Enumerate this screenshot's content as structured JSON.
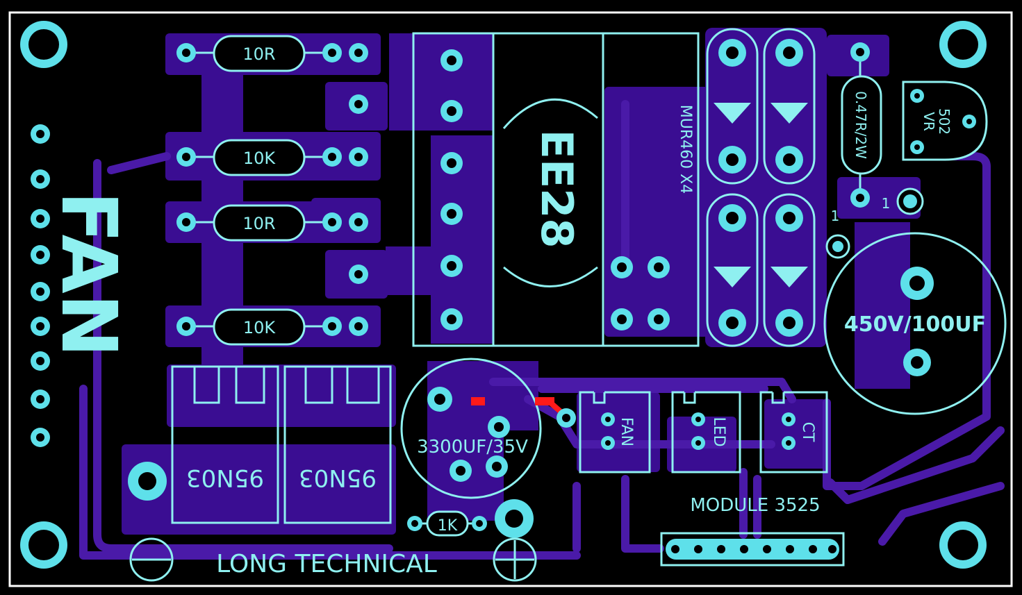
{
  "board": {
    "footer_label": "LONG TECHNICAL",
    "module_label": "MODULE 3525",
    "fan_label": "FAN"
  },
  "transformer": {
    "label": "EE28"
  },
  "diodes": {
    "label": "MUR460 X4"
  },
  "resistors": [
    {
      "id": "r1",
      "label": "10R"
    },
    {
      "id": "r2",
      "label": "10K"
    },
    {
      "id": "r3",
      "label": "10R"
    },
    {
      "id": "r4",
      "label": "10K"
    },
    {
      "id": "r5",
      "label": "1K"
    },
    {
      "id": "r6",
      "label": "0.47R/2W"
    }
  ],
  "potentiometer": {
    "label_top": "502",
    "label_bottom": "VR"
  },
  "capacitors": {
    "big": "450V/100UF",
    "small": "3300UF/35V"
  },
  "mosfets": [
    {
      "id": "q1",
      "label": "95N03"
    },
    {
      "id": "q2",
      "label": "95N03"
    }
  ],
  "connectors": [
    {
      "id": "fan",
      "label": "FAN"
    },
    {
      "id": "led",
      "label": "LED"
    },
    {
      "id": "ct",
      "label": "CT"
    }
  ],
  "pin_marks": {
    "a": "1",
    "b": "1"
  },
  "terminals": {
    "minus": "minus-symbol",
    "plus": "plus-symbol"
  },
  "colors": {
    "background": "#000000",
    "copper": "#3a0d92",
    "trace": "#4a1aa8",
    "pad": "#5ee0ea",
    "silkscreen": "#8ff0f0",
    "jumper": "#ff1a1a"
  }
}
